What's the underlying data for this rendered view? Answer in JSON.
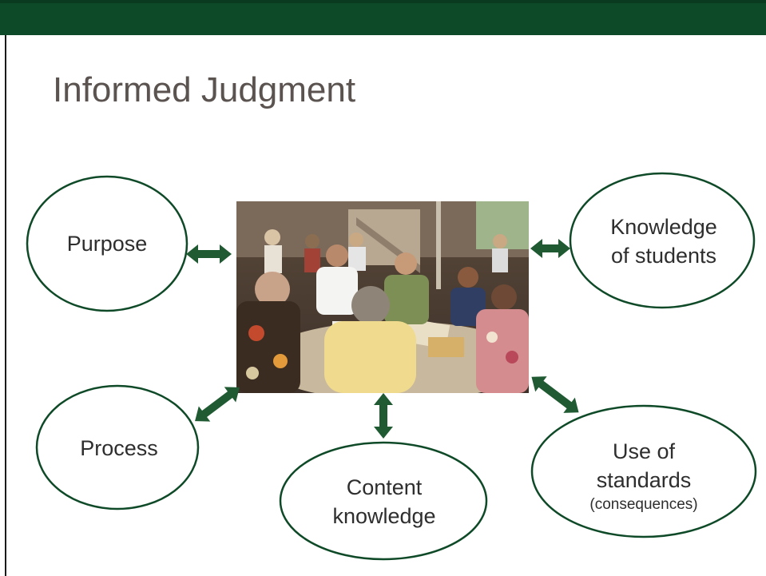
{
  "slide": {
    "title": "Informed Judgment",
    "accent_color": "#0d4a28",
    "arrow_color": "#1f5a32"
  },
  "nodes": {
    "purpose": {
      "label": "Purpose"
    },
    "knowledge_of_students": {
      "line1": "Knowledge",
      "line2": "of students"
    },
    "process": {
      "label": "Process"
    },
    "content_knowledge": {
      "line1": "Content",
      "line2": "knowledge"
    },
    "use_of_standards": {
      "line1": "Use of",
      "line2": "standards",
      "line3": "(consequences)"
    }
  },
  "photo": {
    "subject": "group of teachers talking around a table"
  }
}
